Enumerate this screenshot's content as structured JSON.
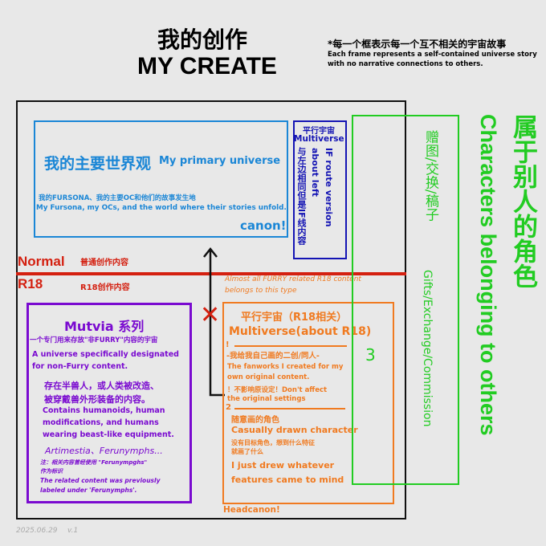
{
  "header": {
    "title_cn": "我的创作",
    "title_en": "MY CREATE",
    "note_cn": "*每一个框表示每一个互不相关的宇宙故事",
    "note_en_1": "Each frame represents a self-contained universe story",
    "note_en_2": "with no narrative connections to others."
  },
  "primary": {
    "title_cn": "我的主要世界观",
    "title_en": "My primary universe",
    "desc_cn": "我的FURSONA、我的主要OC和他们的故事发生地",
    "desc_en": "My Fursona, my OCs, and the world where their stories unfold.",
    "tag": "canon!"
  },
  "if_route": {
    "title_cn": "平行宇宙",
    "title_en": "Multiverse",
    "desc_cn": "与左边相同但是IF线内容",
    "desc_en_1": "IF route version",
    "desc_en_2": "about left"
  },
  "divider": {
    "normal_en": "Normal",
    "normal_cn": "普通创作内容",
    "r18_en": "R18",
    "r18_cn": "R18创作内容",
    "note_1": "Almost all FURRY related R18 content",
    "note_2": "belongs to this type"
  },
  "mutvia": {
    "title": "Mutvia 系列",
    "sub_cn": "一个专门用来存放\"非FURRY\"内容的宇宙",
    "sub_en_1": "A universe specifically designated",
    "sub_en_2": "for non-Furry content.",
    "contains_cn_1": "存在半兽人，或人类被改造、",
    "contains_cn_2": "被穿戴兽外形装备的内容。",
    "contains_en_1": "Contains humanoids, human",
    "contains_en_2": "modifications, and humans",
    "contains_en_3": "wearing beast-like equipment.",
    "names": "Artimestia、Ferunymphs...",
    "note_cn_1": "注：相关内容曾经使用 \"Ferunympghs\"",
    "note_cn_2": "作为标识",
    "note_en_1": "The related content was previously",
    "note_en_2": "labeled under 'Ferunymphs'."
  },
  "r18multi": {
    "title_cn": "平行宇宙（R18相关）",
    "title_en": "Multiverse(about R18)",
    "mark1": "!",
    "s1_cn": "-我给我自己画的二创/同人-",
    "s1_en_1": "The fanworks I created for my",
    "s1_en_2": "own original content.",
    "s1_warn_1": "！不影响原设定！Don't affect",
    "s1_warn_2": "the original settings",
    "mark2": "2",
    "s2_cn": "随意画的角色",
    "s2_en": "Casually drawn character",
    "s2_cn2_1": "没有目标角色，想到什么特征",
    "s2_cn2_2": "就画了什么",
    "s2_en2_1": "I just drew whatever",
    "s2_en2_2": "features came to mind",
    "tag": "Headcanon!"
  },
  "others": {
    "mark3": "3",
    "box_cn": "赠图/交换/稿子",
    "box_en": "Gifts/Exchange/Commission",
    "title_cn": "属于别人的角色",
    "title_en": "Characters belonging to others"
  },
  "footer": {
    "date": "2025.06.29",
    "version": "v.1"
  },
  "colors": {
    "blue": "#1a86d6",
    "navy": "#1414b4",
    "red": "#d42010",
    "purple": "#7a0ad0",
    "orange": "#f07a20",
    "green": "#22cc22"
  }
}
